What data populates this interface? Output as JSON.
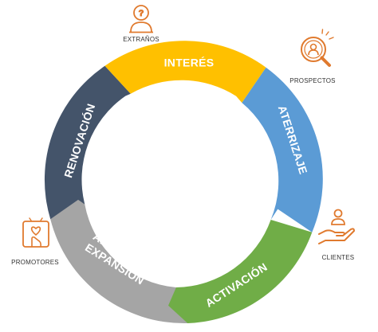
{
  "colors": {
    "interes": "#FFC000",
    "aterrizaje": "#5B9BD5",
    "activacion": "#70AD47",
    "adopcion": "#A5A5A5",
    "renovacion": "#44546A",
    "icon": "#E07A2E",
    "stage_text": "#333333"
  },
  "segments": {
    "interes": "INTERÉS",
    "aterrizaje": "ATERRIZAJE",
    "activacion": "ACTIVACIÓN",
    "adopcion_line1": "ADOPCIÓN/",
    "adopcion_line2": "EXPANSIÓN",
    "renovacion": "RENOVACIÓN"
  },
  "stages": {
    "extranos": "EXTRAÑOS",
    "prospectos": "PROSPECTOS",
    "clientes": "CLIENTES",
    "promotores": "PROMOTORES"
  },
  "icons": {
    "extranos": "question-person-icon",
    "prospectos": "magnifier-person-icon",
    "clientes": "hand-person-icon",
    "promotores": "heart-phone-icon"
  }
}
